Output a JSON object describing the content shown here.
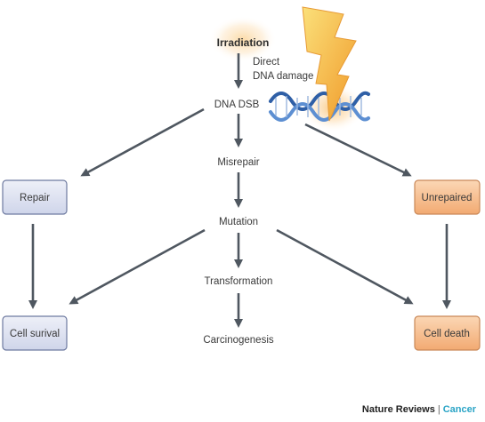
{
  "diagram": {
    "irradiation": "Irradiation",
    "direct_damage_line1": "Direct",
    "direct_damage_line2": "DNA damage",
    "dna_dsb": "DNA DSB",
    "misrepair": "Misrepair",
    "mutation": "Mutation",
    "transformation": "Transformation",
    "carcinogenesis": "Carcinogenesis",
    "repair": "Repair",
    "cell_survival": "Cell surival",
    "unrepaired": "Unrepaired",
    "cell_death": "Cell death"
  },
  "footer": {
    "brand": "Nature Reviews",
    "separator": "|",
    "journal": "Cancer"
  },
  "colors": {
    "blue_box_fill": "#dfe3f2",
    "blue_box_stroke": "#6e7aa0",
    "orange_box_fill": "#f7c39a",
    "orange_box_stroke": "#c98858",
    "arrow": "#4f5760",
    "lightning": "#f4b23c",
    "journal_accent": "#2aa4c6"
  },
  "icons": [
    "lightning-bolt-icon",
    "dna-helix-icon"
  ]
}
